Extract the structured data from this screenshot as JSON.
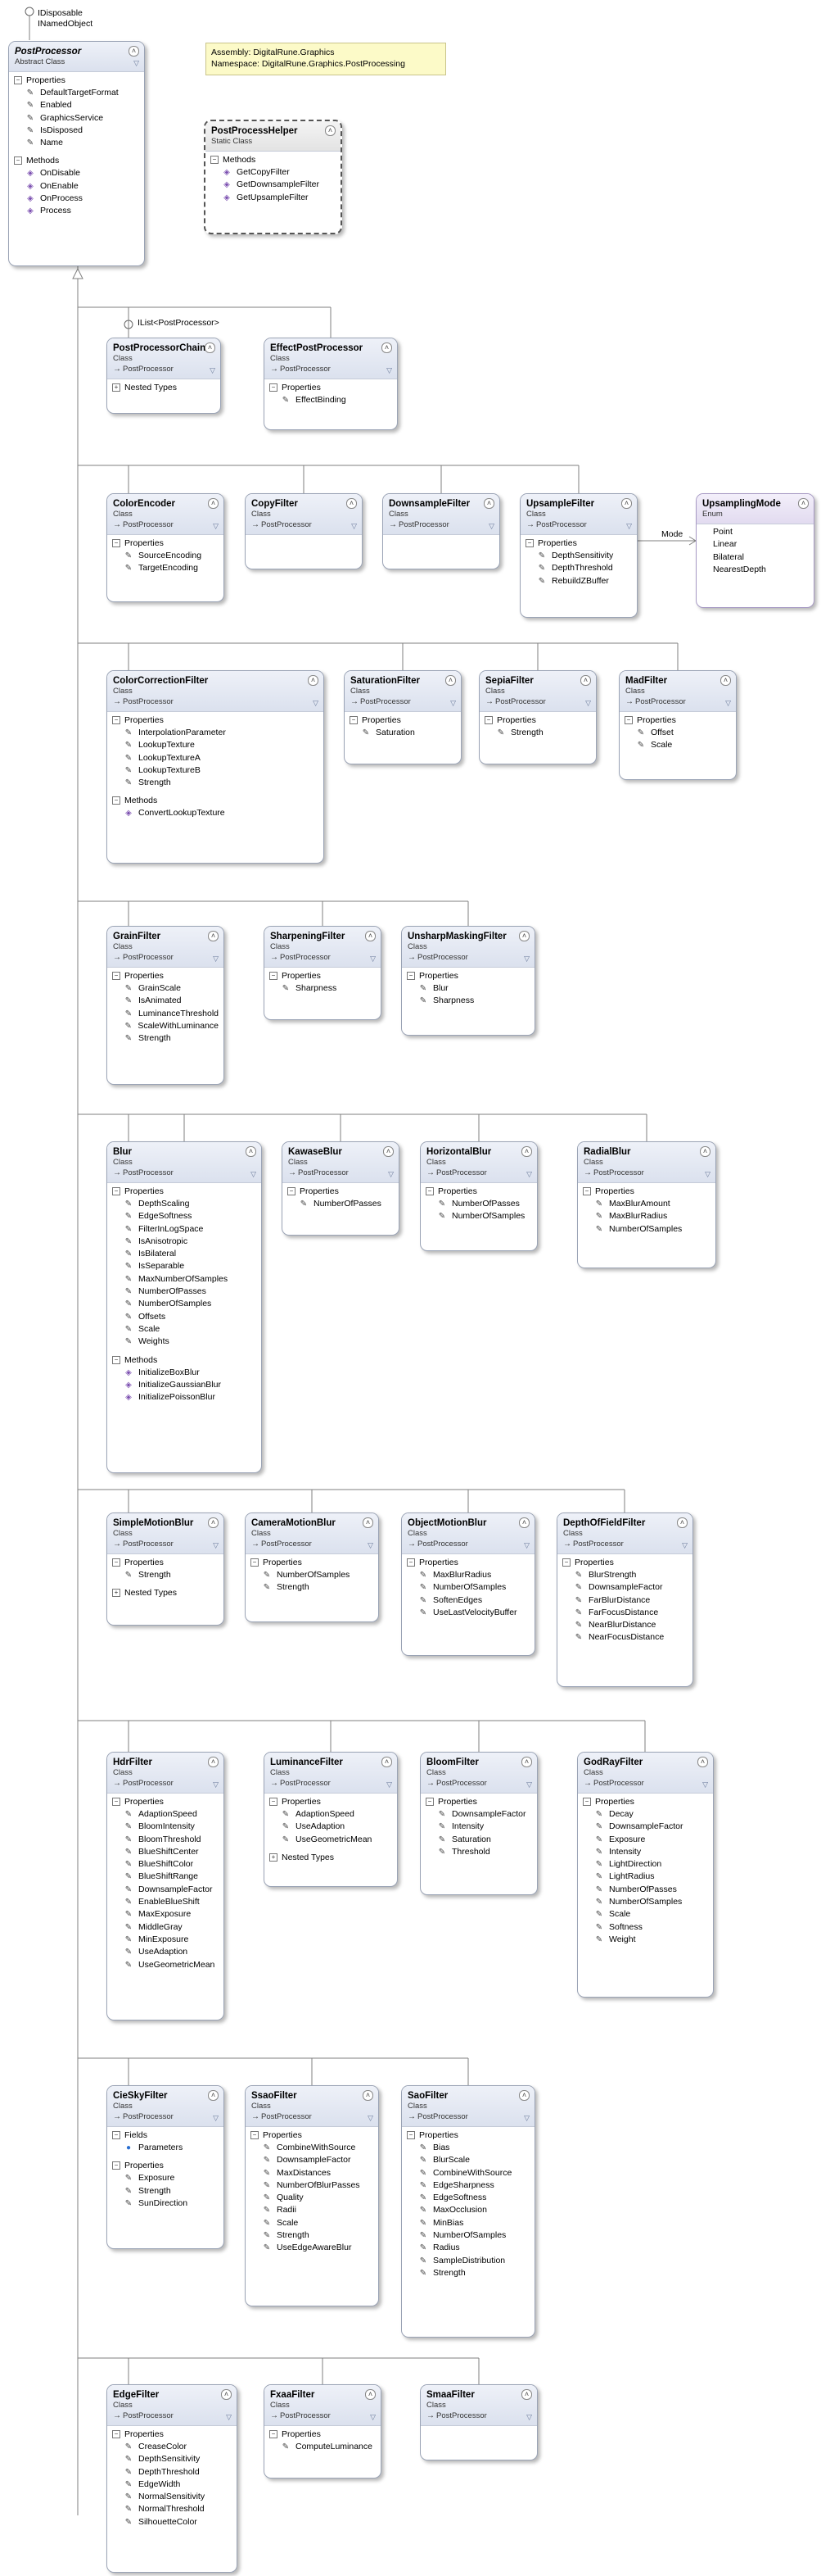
{
  "interfaces": {
    "root": [
      "IDisposable",
      "INamedObject"
    ],
    "chain": "IList<PostProcessor>"
  },
  "note": {
    "assembly": "Assembly: DigitalRune.Graphics",
    "namespace": "Namespace: DigitalRune.Graphics.PostProcessing"
  },
  "association": {
    "label": "Mode"
  },
  "section_labels": {
    "properties": "Properties",
    "methods": "Methods",
    "fields": "Fields",
    "nested": "Nested Types"
  },
  "classes": {
    "PostProcessor": {
      "name": "PostProcessor",
      "kind": "Abstract Class",
      "properties": [
        "DefaultTargetFormat",
        "Enabled",
        "GraphicsService",
        "IsDisposed",
        "Name"
      ],
      "methods": [
        "OnDisable",
        "OnEnable",
        "OnProcess",
        "Process"
      ]
    },
    "PostProcessHelper": {
      "name": "PostProcessHelper",
      "kind": "Static Class",
      "methods": [
        "GetCopyFilter",
        "GetDownsampleFilter",
        "GetUpsampleFilter"
      ]
    },
    "PostProcessorChain": {
      "name": "PostProcessorChain",
      "kind": "Class",
      "base": "PostProcessor"
    },
    "EffectPostProcessor": {
      "name": "EffectPostProcessor",
      "kind": "Class",
      "base": "PostProcessor",
      "properties": [
        "EffectBinding"
      ]
    },
    "ColorEncoder": {
      "name": "ColorEncoder",
      "kind": "Class",
      "base": "PostProcessor",
      "properties": [
        "SourceEncoding",
        "TargetEncoding"
      ]
    },
    "CopyFilter": {
      "name": "CopyFilter",
      "kind": "Class",
      "base": "PostProcessor"
    },
    "DownsampleFilter": {
      "name": "DownsampleFilter",
      "kind": "Class",
      "base": "PostProcessor"
    },
    "UpsampleFilter": {
      "name": "UpsampleFilter",
      "kind": "Class",
      "base": "PostProcessor",
      "properties": [
        "DepthSensitivity",
        "DepthThreshold",
        "RebuildZBuffer"
      ]
    },
    "UpsamplingMode": {
      "name": "UpsamplingMode",
      "kind": "Enum",
      "values": [
        "Point",
        "Linear",
        "Bilateral",
        "NearestDepth"
      ]
    },
    "ColorCorrectionFilter": {
      "name": "ColorCorrectionFilter",
      "kind": "Class",
      "base": "PostProcessor",
      "properties": [
        "InterpolationParameter",
        "LookupTexture",
        "LookupTextureA",
        "LookupTextureB",
        "Strength"
      ],
      "methods": [
        "ConvertLookupTexture"
      ]
    },
    "SaturationFilter": {
      "name": "SaturationFilter",
      "kind": "Class",
      "base": "PostProcessor",
      "properties": [
        "Saturation"
      ]
    },
    "SepiaFilter": {
      "name": "SepiaFilter",
      "kind": "Class",
      "base": "PostProcessor",
      "properties": [
        "Strength"
      ]
    },
    "MadFilter": {
      "name": "MadFilter",
      "kind": "Class",
      "base": "PostProcessor",
      "properties": [
        "Offset",
        "Scale"
      ]
    },
    "GrainFilter": {
      "name": "GrainFilter",
      "kind": "Class",
      "base": "PostProcessor",
      "properties": [
        "GrainScale",
        "IsAnimated",
        "LuminanceThreshold",
        "ScaleWithLuminance",
        "Strength"
      ]
    },
    "SharpeningFilter": {
      "name": "SharpeningFilter",
      "kind": "Class",
      "base": "PostProcessor",
      "properties": [
        "Sharpness"
      ]
    },
    "UnsharpMaskingFilter": {
      "name": "UnsharpMaskingFilter",
      "kind": "Class",
      "base": "PostProcessor",
      "properties": [
        "Blur",
        "Sharpness"
      ]
    },
    "Blur": {
      "name": "Blur",
      "kind": "Class",
      "base": "PostProcessor",
      "properties": [
        "DepthScaling",
        "EdgeSoftness",
        "FilterInLogSpace",
        "IsAnisotropic",
        "IsBilateral",
        "IsSeparable",
        "MaxNumberOfSamples",
        "NumberOfPasses",
        "NumberOfSamples",
        "Offsets",
        "Scale",
        "Weights"
      ],
      "methods": [
        "InitializeBoxBlur",
        "InitializeGaussianBlur",
        "InitializePoissonBlur"
      ]
    },
    "KawaseBlur": {
      "name": "KawaseBlur",
      "kind": "Class",
      "base": "PostProcessor",
      "properties": [
        "NumberOfPasses"
      ]
    },
    "HorizontalBlur": {
      "name": "HorizontalBlur",
      "kind": "Class",
      "base": "PostProcessor",
      "properties": [
        "NumberOfPasses",
        "NumberOfSamples"
      ]
    },
    "RadialBlur": {
      "name": "RadialBlur",
      "kind": "Class",
      "base": "PostProcessor",
      "properties": [
        "MaxBlurAmount",
        "MaxBlurRadius",
        "NumberOfSamples"
      ]
    },
    "SimpleMotionBlur": {
      "name": "SimpleMotionBlur",
      "kind": "Class",
      "base": "PostProcessor",
      "properties": [
        "Strength"
      ]
    },
    "CameraMotionBlur": {
      "name": "CameraMotionBlur",
      "kind": "Class",
      "base": "PostProcessor",
      "properties": [
        "NumberOfSamples",
        "Strength"
      ]
    },
    "ObjectMotionBlur": {
      "name": "ObjectMotionBlur",
      "kind": "Class",
      "base": "PostProcessor",
      "properties": [
        "MaxBlurRadius",
        "NumberOfSamples",
        "SoftenEdges",
        "UseLastVelocityBuffer"
      ]
    },
    "DepthOfFieldFilter": {
      "name": "DepthOfFieldFilter",
      "kind": "Class",
      "base": "PostProcessor",
      "properties": [
        "BlurStrength",
        "DownsampleFactor",
        "FarBlurDistance",
        "FarFocusDistance",
        "NearBlurDistance",
        "NearFocusDistance"
      ]
    },
    "HdrFilter": {
      "name": "HdrFilter",
      "kind": "Class",
      "base": "PostProcessor",
      "properties": [
        "AdaptionSpeed",
        "BloomIntensity",
        "BloomThreshold",
        "BlueShiftCenter",
        "BlueShiftColor",
        "BlueShiftRange",
        "DownsampleFactor",
        "EnableBlueShift",
        "MaxExposure",
        "MiddleGray",
        "MinExposure",
        "UseAdaption",
        "UseGeometricMean"
      ]
    },
    "LuminanceFilter": {
      "name": "LuminanceFilter",
      "kind": "Class",
      "base": "PostProcessor",
      "properties": [
        "AdaptionSpeed",
        "UseAdaption",
        "UseGeometricMean"
      ]
    },
    "BloomFilter": {
      "name": "BloomFilter",
      "kind": "Class",
      "base": "PostProcessor",
      "properties": [
        "DownsampleFactor",
        "Intensity",
        "Saturation",
        "Threshold"
      ]
    },
    "GodRayFilter": {
      "name": "GodRayFilter",
      "kind": "Class",
      "base": "PostProcessor",
      "properties": [
        "Decay",
        "DownsampleFactor",
        "Exposure",
        "Intensity",
        "LightDirection",
        "LightRadius",
        "NumberOfPasses",
        "NumberOfSamples",
        "Scale",
        "Softness",
        "Weight"
      ]
    },
    "CieSkyFilter": {
      "name": "CieSkyFilter",
      "kind": "Class",
      "base": "PostProcessor",
      "fields": [
        "Parameters"
      ],
      "properties": [
        "Exposure",
        "Strength",
        "SunDirection"
      ]
    },
    "SsaoFilter": {
      "name": "SsaoFilter",
      "kind": "Class",
      "base": "PostProcessor",
      "properties": [
        "CombineWithSource",
        "DownsampleFactor",
        "MaxDistances",
        "NumberOfBlurPasses",
        "Quality",
        "Radii",
        "Scale",
        "Strength",
        "UseEdgeAwareBlur"
      ]
    },
    "SaoFilter": {
      "name": "SaoFilter",
      "kind": "Class",
      "base": "PostProcessor",
      "properties": [
        "Bias",
        "BlurScale",
        "CombineWithSource",
        "EdgeSharpness",
        "EdgeSoftness",
        "MaxOcclusion",
        "MinBias",
        "NumberOfSamples",
        "Radius",
        "SampleDistribution",
        "Strength"
      ]
    },
    "EdgeFilter": {
      "name": "EdgeFilter",
      "kind": "Class",
      "base": "PostProcessor",
      "properties": [
        "CreaseColor",
        "DepthSensitivity",
        "DepthThreshold",
        "EdgeWidth",
        "NormalSensitivity",
        "NormalThreshold",
        "SilhouetteColor"
      ]
    },
    "FxaaFilter": {
      "name": "FxaaFilter",
      "kind": "Class",
      "base": "PostProcessor",
      "properties": [
        "ComputeLuminance"
      ]
    },
    "SmaaFilter": {
      "name": "SmaaFilter",
      "kind": "Class",
      "base": "PostProcessor"
    }
  }
}
